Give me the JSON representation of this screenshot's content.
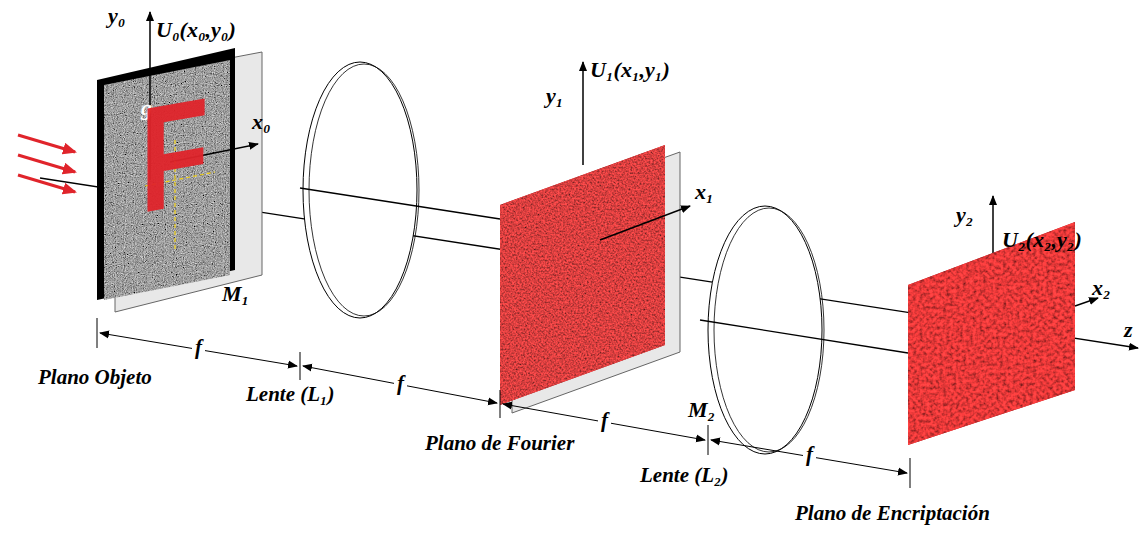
{
  "diagram": {
    "labels": [
      "y₀",
      "U₀(x₀,y₀)",
      "g",
      "F",
      "x₀",
      "M₁",
      "y₁",
      "U₁(x₁,y₁)",
      "x₁",
      "M₂",
      "y₂",
      "U₂(x₂,y₂)",
      "x₂",
      "z",
      "f",
      "f",
      "f",
      "f",
      "Plano Objeto",
      "Lente (L₁)",
      "Plano de Fourier",
      "Lente (L₂)",
      "Plano de Encriptación"
    ]
  }
}
